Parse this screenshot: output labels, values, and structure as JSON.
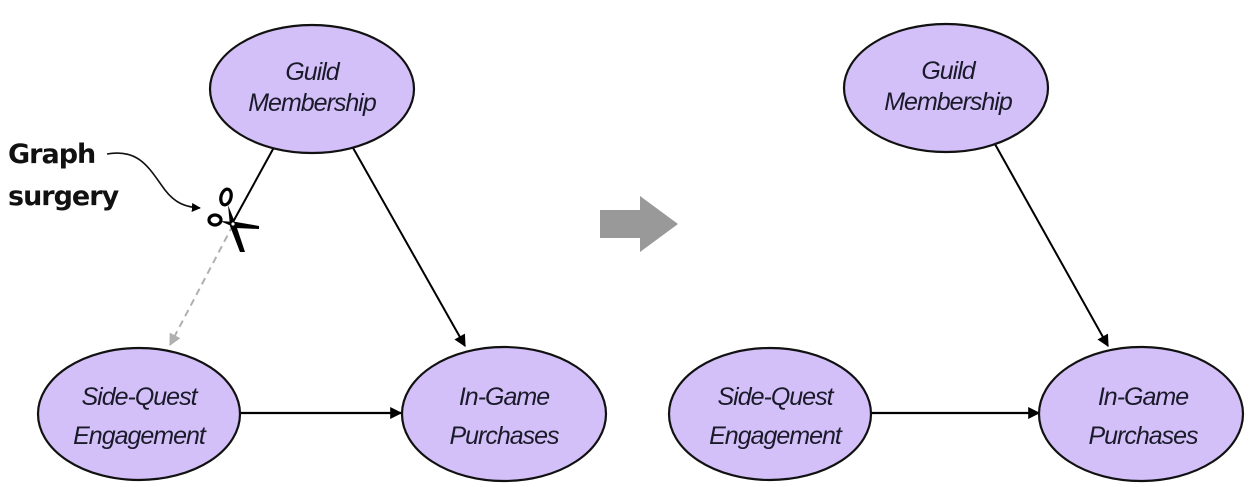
{
  "colors": {
    "node_fill": "#d3c0f8",
    "node_stroke": "#111111",
    "edge": "#000000",
    "removed_edge": "#b0b0b0",
    "transition_arrow": "#999999"
  },
  "annotation": {
    "line1": "Graph",
    "line2": "surgery",
    "icon": "scissors-icon"
  },
  "before": {
    "nodes": {
      "guild": {
        "line1": "Guild",
        "line2": "Membership"
      },
      "sidequest": {
        "line1": "Side-Quest",
        "line2": "Engagement"
      },
      "ingame": {
        "line1": "In-Game",
        "line2": "Purchases"
      }
    },
    "edges": [
      {
        "from": "Guild Membership",
        "to": "Side-Quest Engagement",
        "style": "cut (dashed)"
      },
      {
        "from": "Guild Membership",
        "to": "In-Game Purchases",
        "style": "solid"
      },
      {
        "from": "Side-Quest Engagement",
        "to": "In-Game Purchases",
        "style": "solid"
      }
    ]
  },
  "after": {
    "nodes": {
      "guild": {
        "line1": "Guild",
        "line2": "Membership"
      },
      "sidequest": {
        "line1": "Side-Quest",
        "line2": "Engagement"
      },
      "ingame": {
        "line1": "In-Game",
        "line2": "Purchases"
      }
    },
    "edges": [
      {
        "from": "Guild Membership",
        "to": "In-Game Purchases",
        "style": "solid"
      },
      {
        "from": "Side-Quest Engagement",
        "to": "In-Game Purchases",
        "style": "solid"
      }
    ]
  }
}
